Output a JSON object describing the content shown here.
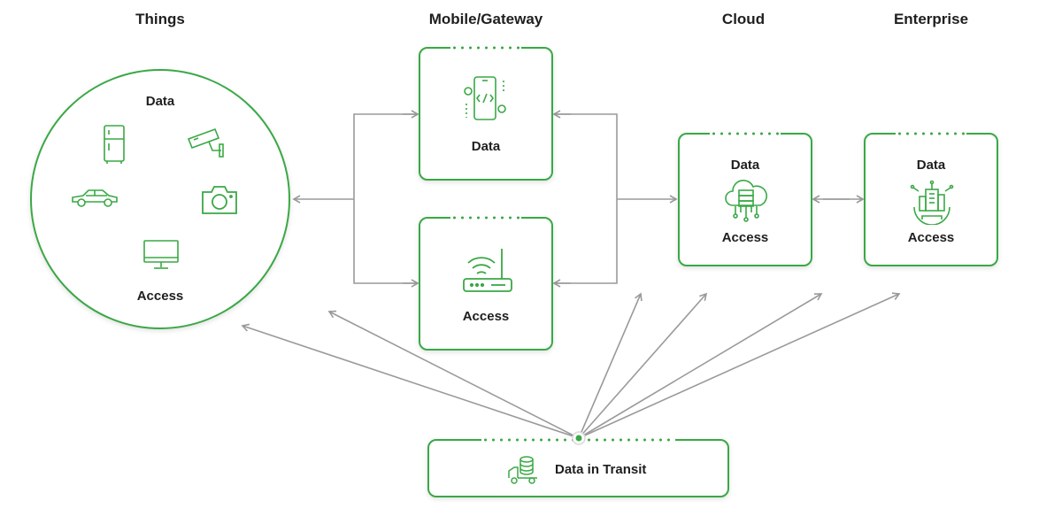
{
  "columns": {
    "things": "Things",
    "mobile_gateway": "Mobile/Gateway",
    "cloud": "Cloud",
    "enterprise": "Enterprise"
  },
  "things": {
    "data_label": "Data",
    "access_label": "Access",
    "icons": [
      "fridge-icon",
      "security-camera-icon",
      "car-icon",
      "camera-icon",
      "monitor-icon"
    ]
  },
  "gateway_data": {
    "label": "Data",
    "icon": "mobile-code-icon"
  },
  "gateway_access": {
    "label": "Access",
    "icon": "router-icon"
  },
  "cloud": {
    "data_label": "Data",
    "access_label": "Access",
    "icon": "cloud-server-icon"
  },
  "enterprise": {
    "data_label": "Data",
    "access_label": "Access",
    "icon": "enterprise-building-icon"
  },
  "transit": {
    "label": "Data in Transit",
    "icon": "data-truck-icon"
  },
  "colors": {
    "accent": "#3aa845",
    "arrow": "#9a9a9a"
  }
}
